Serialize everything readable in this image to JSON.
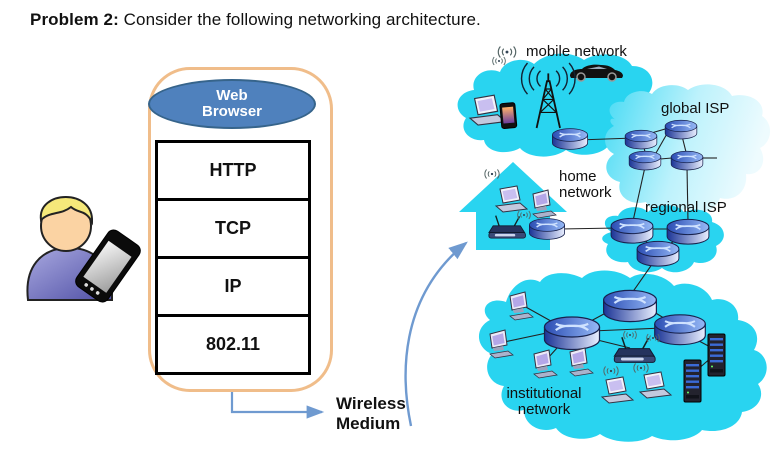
{
  "title": {
    "label_bold": "Problem 2:",
    "label_rest": " Consider the following networking architecture."
  },
  "device_stack": {
    "browser_label": "Web Browser",
    "layers": [
      "HTTP",
      "TCP",
      "IP",
      "802.11"
    ]
  },
  "wireless_medium_label": "Wireless Medium",
  "network_map": {
    "mobile_label": "mobile network",
    "global_label": "global ISP",
    "regional_label": "regional ISP",
    "home_label": "home network",
    "institutional_label": "institutional network"
  },
  "icons": {
    "person": "user silhouette with blonde hair",
    "smartphone": "handheld phone",
    "router": "cylinder with crossed arrows",
    "cell-tower": "lattice tower with radio waves",
    "wifi": "radio signal arcs",
    "laptop": "notebook computer",
    "desktop": "monitor workstation",
    "server": "rack server tower",
    "access-point": "wireless router with antennas",
    "car": "automobile"
  },
  "colors": {
    "cloud": "#29d4f0",
    "frame": "#f0bd8a",
    "oval": "#4f81bd",
    "arrow": "#6f9ad0",
    "router_top": "#3a5cc0",
    "line": "#222222"
  }
}
